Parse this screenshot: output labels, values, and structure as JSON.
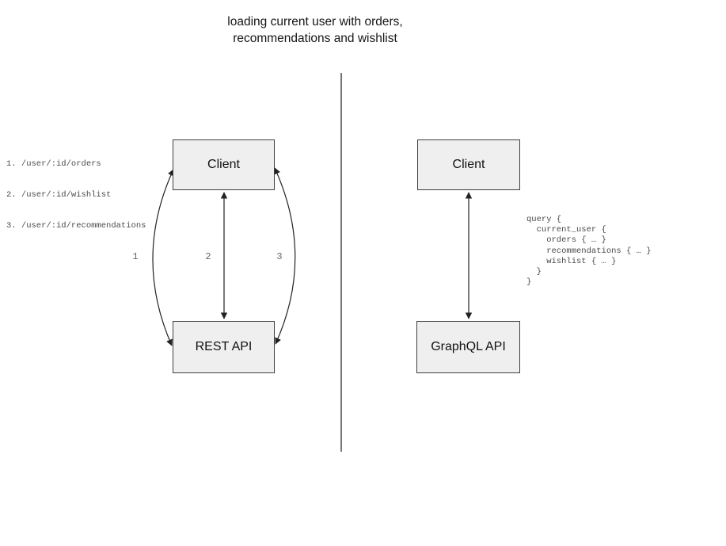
{
  "title": {
    "line1": "loading current user with orders,",
    "line2": "recommendations and wishlist"
  },
  "rest_panel": {
    "endpoints": [
      "1. /user/:id/orders",
      "2. /user/:id/wishlist",
      "3. /user/:id/recommendations"
    ],
    "client_label": "Client",
    "api_label": "REST API",
    "arrow_labels": [
      "1",
      "2",
      "3"
    ]
  },
  "graphql_panel": {
    "client_label": "Client",
    "api_label": "GraphQL API",
    "query_code": "query {\n  current_user {\n    orders { … }\n    recommendations { … }\n    wishlist { … }\n  }\n}"
  },
  "colors": {
    "box_fill": "#efefef",
    "box_border": "#3f3f3f",
    "arrow_color": "#222222",
    "muted_text": "#4a4a4a",
    "number_text": "#666666",
    "divider": "#757575",
    "title_text": "#161616",
    "label_text": "#111111"
  }
}
